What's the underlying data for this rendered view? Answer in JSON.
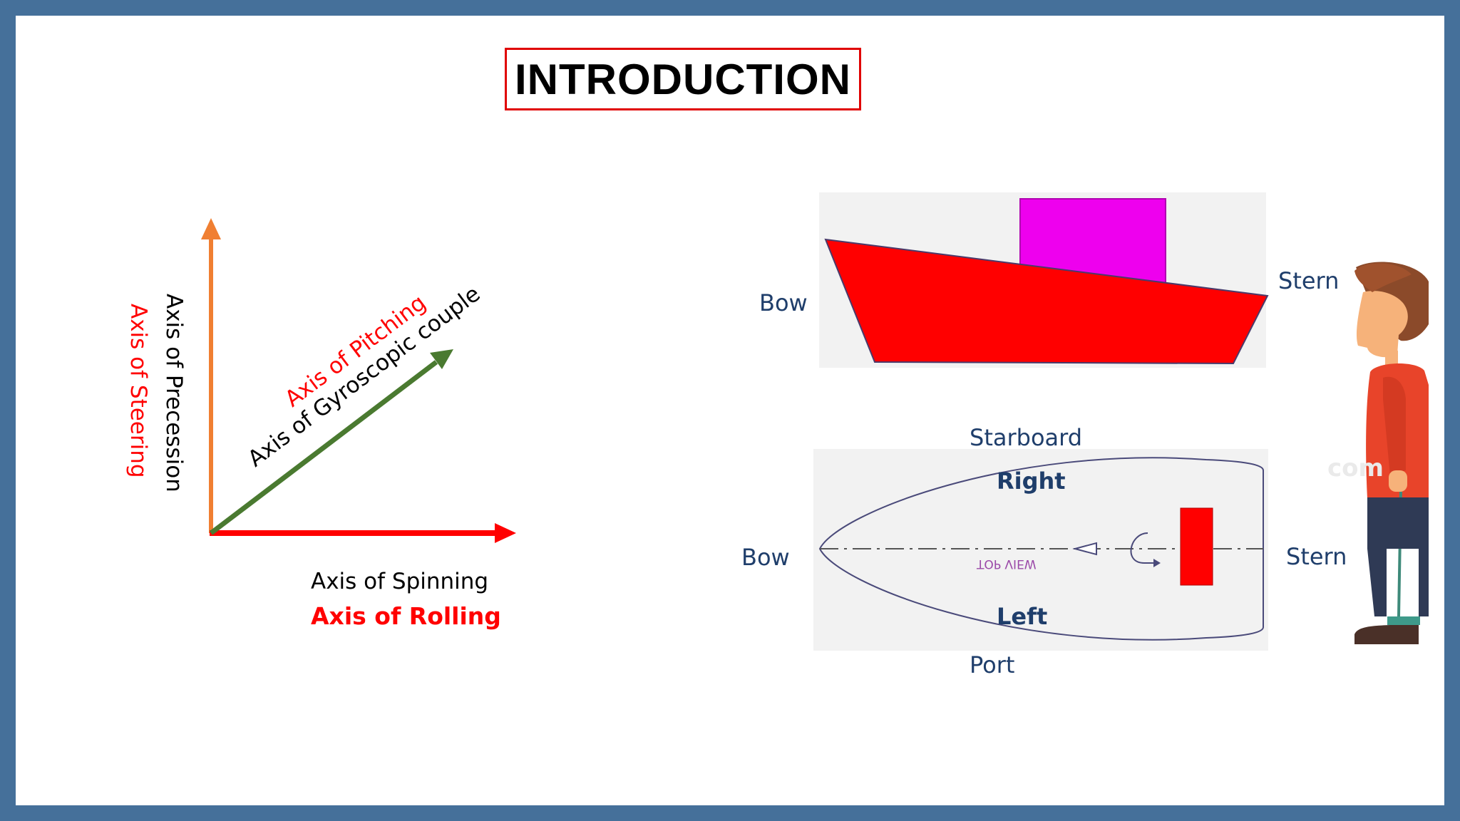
{
  "slide": {
    "title": "INTRODUCTION"
  },
  "axes_diagram": {
    "precession": "Axis of Precession",
    "steering": "Axis of Steering",
    "pitching": "Axis of Pitching",
    "gyroscopic": "Axis of Gyroscopic couple",
    "spinning": "Axis of Spinning",
    "rolling": "Axis of Rolling"
  },
  "side_view": {
    "bow": "Bow",
    "stern": "Stern"
  },
  "top_view": {
    "starboard": "Starboard",
    "right": "Right",
    "left": "Left",
    "port": "Port",
    "bow": "Bow",
    "stern": "Stern",
    "view_caption": "TOP VIEW"
  },
  "colors": {
    "hull": "#ff0000",
    "cabin": "#ee00ee",
    "precession_arrow": "#f07f32",
    "couple_arrow": "#4a7a30",
    "spin_arrow": "#ff0000",
    "label_blue": "#1f3e6b"
  }
}
